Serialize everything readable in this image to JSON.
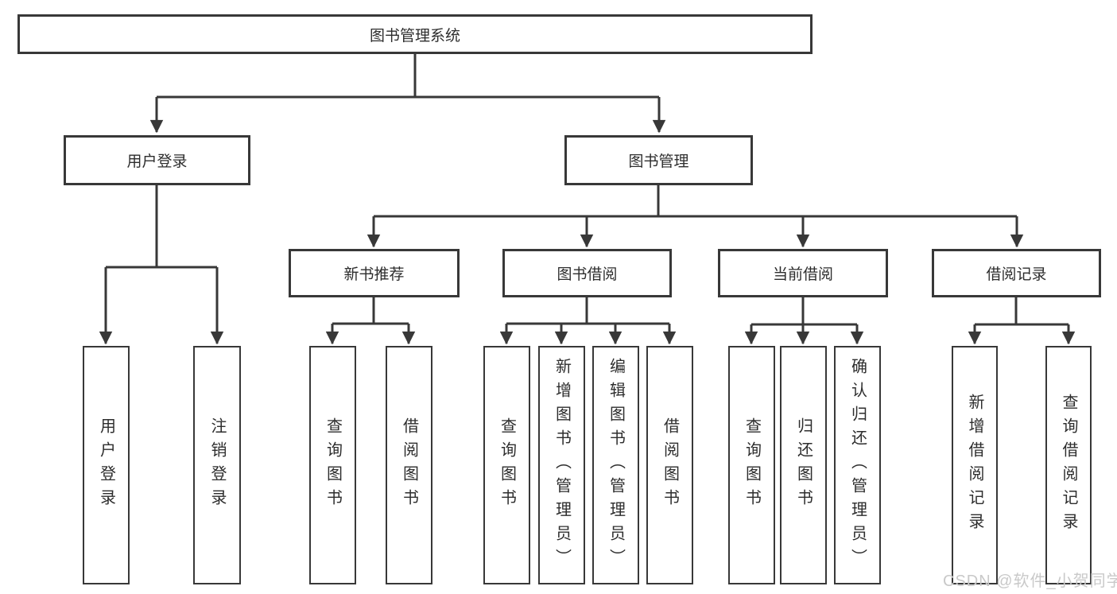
{
  "diagram_type": "hierarchy-tree",
  "tree": {
    "label": "图书管理系统",
    "children": [
      {
        "label": "用户登录",
        "children": [
          {
            "label": "用户登录"
          },
          {
            "label": "注销登录"
          }
        ]
      },
      {
        "label": "图书管理",
        "children": [
          {
            "label": "新书推荐",
            "children": [
              {
                "label": "查询图书"
              },
              {
                "label": "借阅图书"
              }
            ]
          },
          {
            "label": "图书借阅",
            "children": [
              {
                "label": "查询图书"
              },
              {
                "label": "新增图书（管理员）"
              },
              {
                "label": "编辑图书（管理员）"
              },
              {
                "label": "借阅图书"
              }
            ]
          },
          {
            "label": "当前借阅",
            "children": [
              {
                "label": "查询图书"
              },
              {
                "label": "归还图书"
              },
              {
                "label": "确认归还（管理员）"
              }
            ]
          },
          {
            "label": "借阅记录",
            "children": [
              {
                "label": "新增借阅记录"
              },
              {
                "label": "查询借阅记录"
              }
            ]
          }
        ]
      }
    ]
  },
  "watermark": {
    "text": "CSDN @软件_小贺同学"
  },
  "colors": {
    "line": "#383838",
    "box_border": "#383838",
    "text": "#2d2d2d",
    "watermark": "#c9c9c9",
    "background": "#ffffff"
  }
}
